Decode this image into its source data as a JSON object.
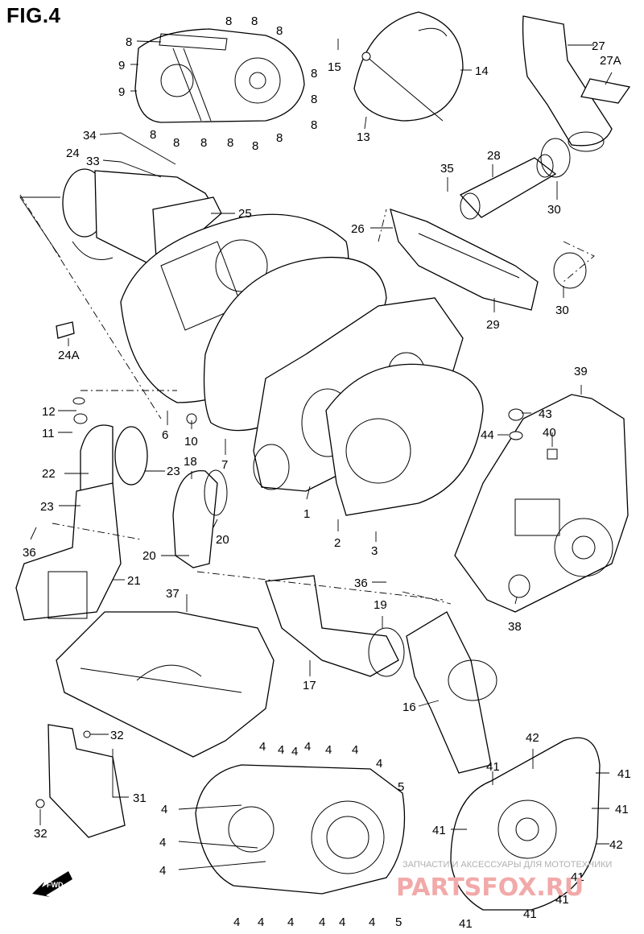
{
  "figure": {
    "title": "FIG.4"
  },
  "labels": {
    "c1": "1",
    "c2": "2",
    "c3": "3",
    "c4": "4",
    "c5": "5",
    "c6": "6",
    "c7": "7",
    "c8": "8",
    "c9": "9",
    "c10": "10",
    "c11": "11",
    "c12": "12",
    "c13": "13",
    "c14": "14",
    "c15": "15",
    "c16": "16",
    "c17": "17",
    "c18": "18",
    "c19": "19",
    "c20": "20",
    "c21": "21",
    "c22": "22",
    "c23": "23",
    "c24": "24",
    "c24a": "24A",
    "c25": "25",
    "c26": "26",
    "c27": "27",
    "c27a": "27A",
    "c28": "28",
    "c29": "29",
    "c30": "30",
    "c31": "31",
    "c32": "32",
    "c33": "33",
    "c34": "34",
    "c35": "35",
    "c36": "36",
    "c37": "37",
    "c38": "38",
    "c39": "39",
    "c40": "40",
    "c41": "41",
    "c42": "42",
    "c43": "43",
    "c44": "44"
  },
  "direction": {
    "fwd": "FWD"
  },
  "watermark": {
    "tagline": "ЗАПЧАСТИ И АКСЕССУАРЫ ДЛЯ МОТОТЕХНИКИ",
    "brand": "PARTSFOX.RU"
  },
  "colors": {
    "line": "#000000",
    "watermark_brand": "#f2a9a9",
    "watermark_tagline": "#b0b0b0"
  }
}
